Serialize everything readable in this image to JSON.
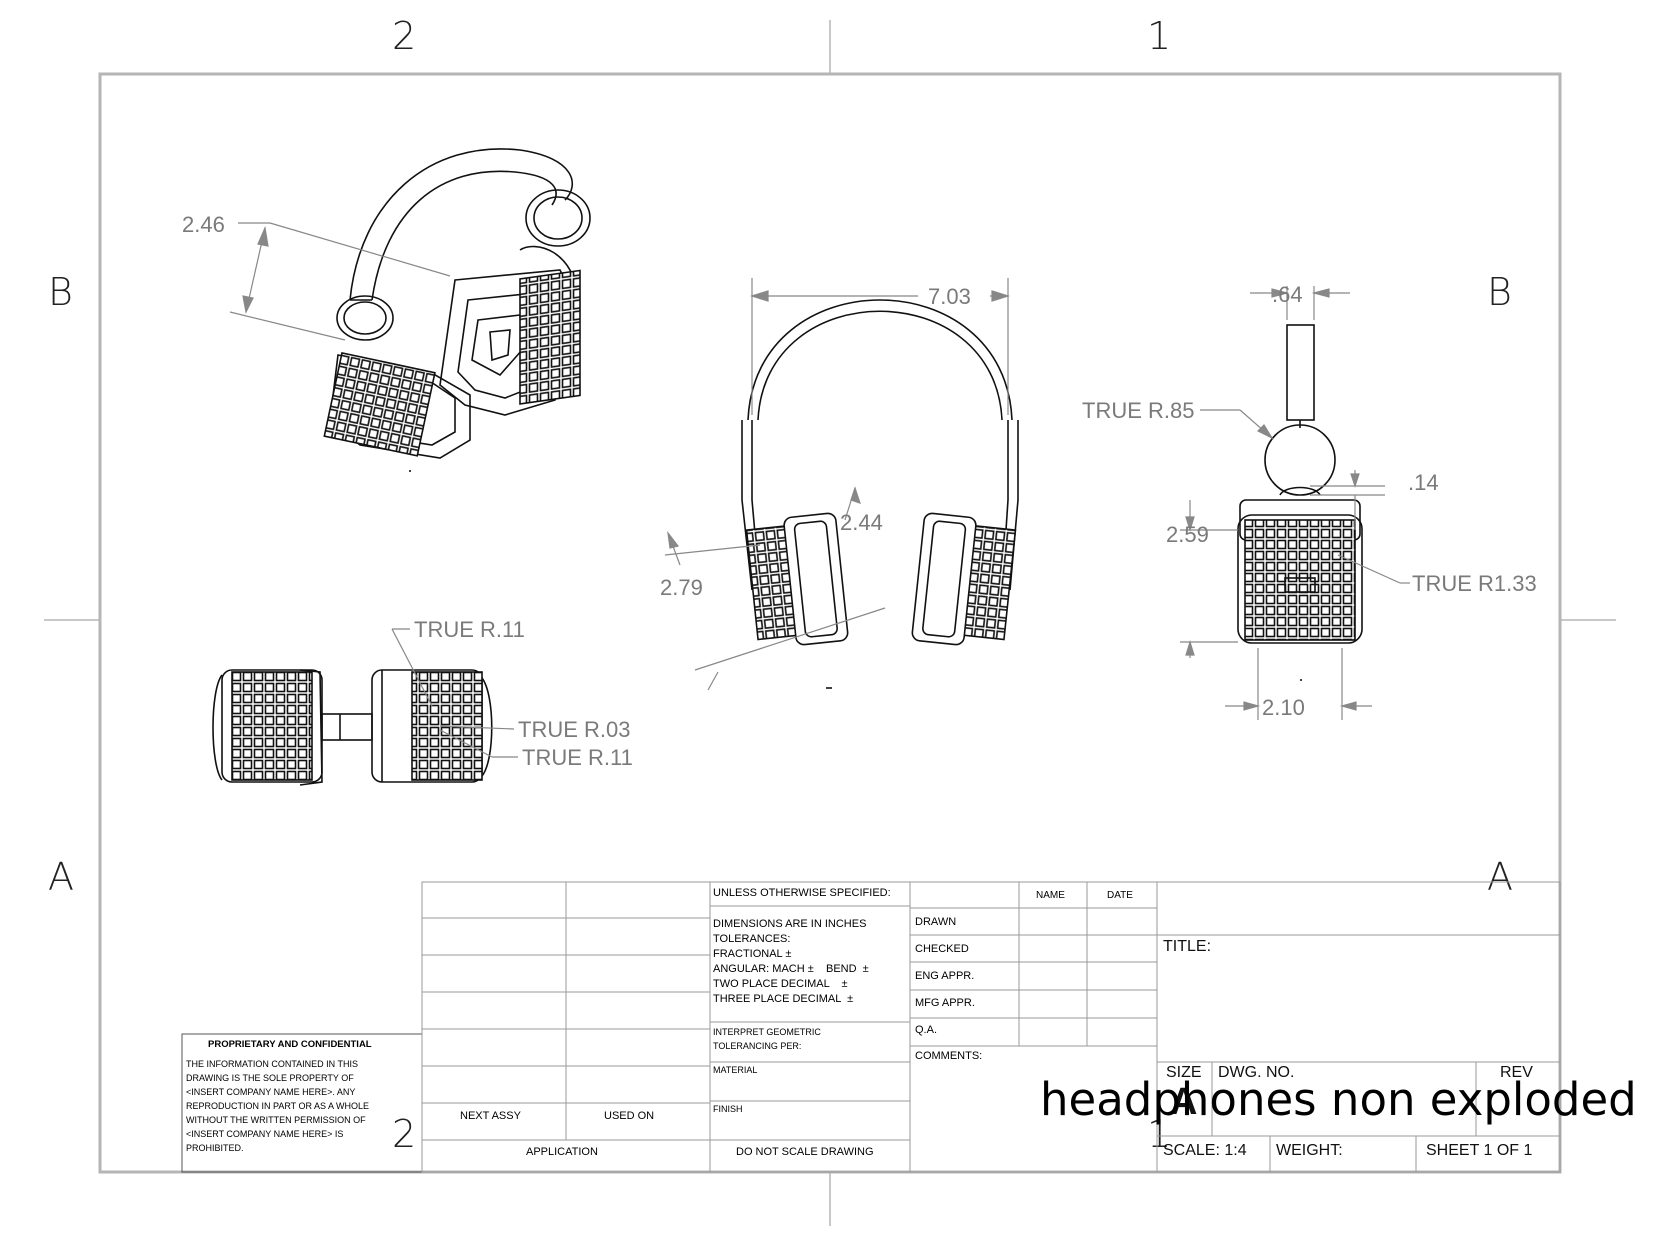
{
  "zones": {
    "top": [
      "2",
      "1"
    ],
    "bottom": [
      "2",
      "1"
    ],
    "left": [
      "B",
      "A"
    ],
    "right": [
      "B",
      "A"
    ]
  },
  "dimensions": {
    "iso_height": "2.46",
    "front_width": "7.03",
    "front_left_pad": "2.79",
    "front_right_pad": "2.44",
    "side_top_width": ".64",
    "side_radius_ring": "TRUE R.85",
    "side_small_gap": ".14",
    "side_pad_height": "2.59",
    "side_pad_radius": "TRUE R1.33",
    "side_bottom_width": "2.10",
    "top_radius_1": "TRUE R.11",
    "top_radius_2": "TRUE R.03",
    "top_radius_3": "TRUE R.11"
  },
  "title_block": {
    "proprietary_title": "PROPRIETARY AND CONFIDENTIAL",
    "proprietary_lines": [
      "THE INFORMATION CONTAINED IN THIS",
      "DRAWING IS THE SOLE PROPERTY OF",
      "<INSERT COMPANY NAME HERE>.  ANY",
      "REPRODUCTION IN PART OR AS A WHOLE",
      "WITHOUT THE WRITTEN PERMISSION OF",
      "<INSERT COMPANY NAME HERE> IS",
      "PROHIBITED."
    ],
    "next_assy": "NEXT ASSY",
    "used_on": "USED ON",
    "application": "APPLICATION",
    "unless_specified": "UNLESS OTHERWISE SPECIFIED:",
    "tolerance_lines": [
      "DIMENSIONS ARE IN INCHES",
      "TOLERANCES:",
      "FRACTIONAL ±",
      "ANGULAR: MACH ±    BEND  ±",
      "TWO PLACE DECIMAL    ±",
      "THREE PLACE DECIMAL  ±"
    ],
    "interpret": "INTERPRET GEOMETRIC",
    "tolerancing": "TOLERANCING PER:",
    "material": "MATERIAL",
    "finish": "FINISH",
    "do_not_scale": "DO NOT SCALE DRAWING",
    "name_header": "NAME",
    "date_header": "DATE",
    "sign_rows": [
      "DRAWN",
      "CHECKED",
      "ENG APPR.",
      "MFG APPR.",
      "Q.A."
    ],
    "comments": "COMMENTS:",
    "title_label": "TITLE:",
    "size_label": "SIZE",
    "size_value": "A",
    "dwg_no_label": "DWG.  NO.",
    "rev_label": "REV",
    "drawing_name": "headphones non exploded",
    "scale": "SCALE: 1:4",
    "weight": "WEIGHT:",
    "sheet": "SHEET 1 OF 1"
  }
}
